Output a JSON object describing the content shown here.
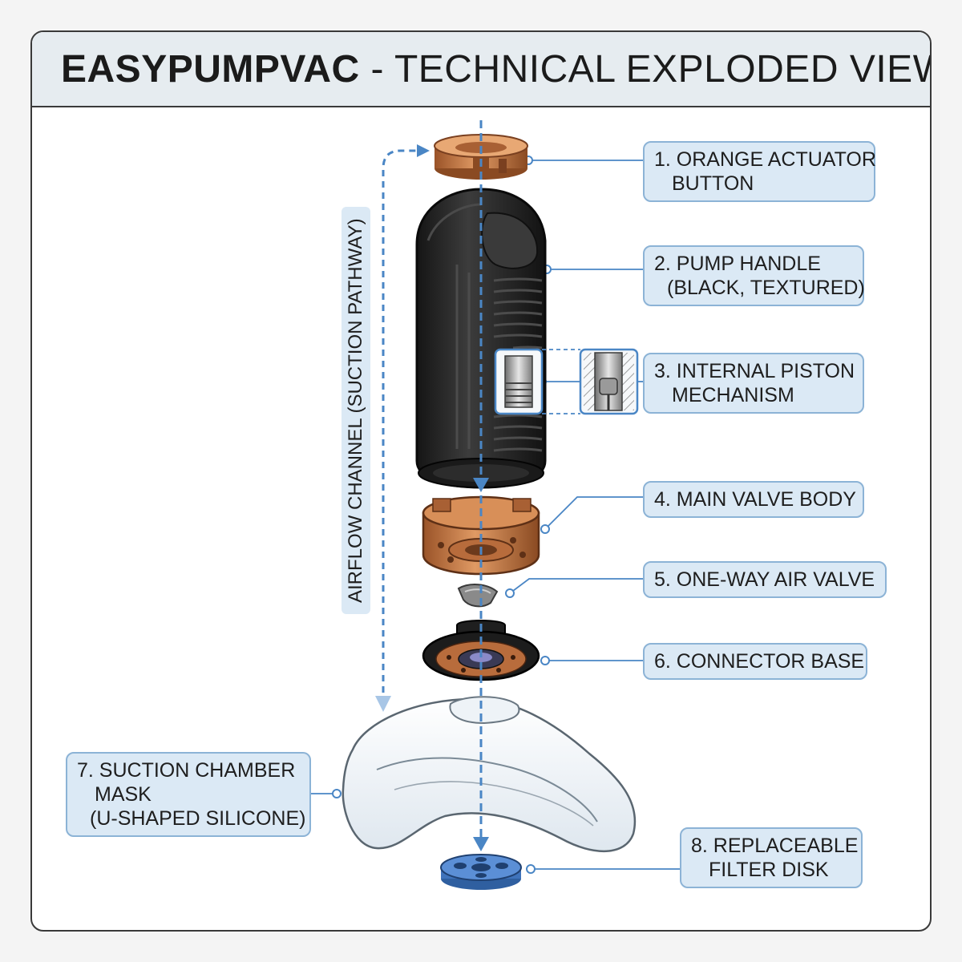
{
  "title": {
    "brand": "EASYPUMPVAC",
    "subtitle": "- TECHNICAL EXPLODED VIEW"
  },
  "airflow_label": "AIRFLOW CHANNEL (SUCTION PATHWAY)",
  "labels": [
    {
      "line1": "1. ORANGE ACTUATOR",
      "line2": "BUTTON"
    },
    {
      "line1": "2. PUMP HANDLE",
      "line2": "(BLACK, TEXTURED)"
    },
    {
      "line1": "3. INTERNAL PISTON",
      "line2": "MECHANISM"
    },
    {
      "line1": "4. MAIN VALVE BODY"
    },
    {
      "line1": "5. ONE-WAY AIR VALVE"
    },
    {
      "line1": "6. CONNECTOR BASE"
    },
    {
      "line1": "7. SUCTION CHAMBER",
      "line2": "MASK",
      "line3": "(U-SHAPED SILICONE)"
    },
    {
      "line1": "8. REPLACEABLE",
      "line2": "FILTER DISK"
    }
  ],
  "colors": {
    "accent_blue": "#4a86c5",
    "label_fill": "#dbe9f5",
    "orange": "#c87a45",
    "handle": "#2a2a2a",
    "filter_blue": "#5b8fd6"
  }
}
